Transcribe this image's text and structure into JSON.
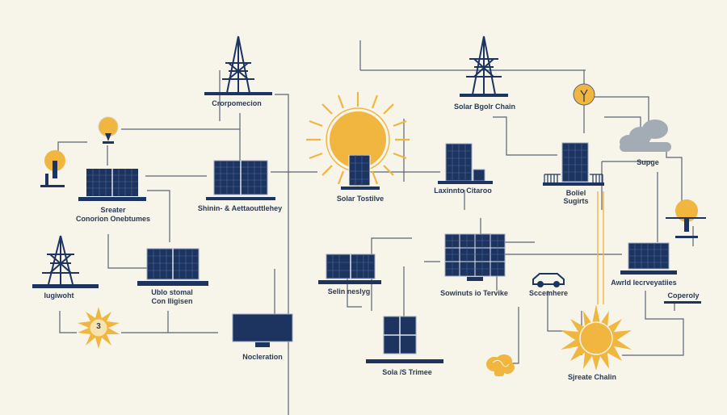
{
  "diagram": {
    "type": "solar energy network infographic",
    "colors": {
      "background": "#f7f4e9",
      "navy": "#1d3461",
      "sun": "#f0b63f",
      "line": "#5a6475",
      "cloud": "#a3acb5"
    },
    "nodes": [
      {
        "id": "tower-top-left",
        "icon": "transmission-tower-icon",
        "label": "Crorpomecion"
      },
      {
        "id": "tower-top-mid",
        "icon": "transmission-tower-icon",
        "label": "Solar Bgolr Chain"
      },
      {
        "id": "bulb-1",
        "icon": "lightbulb-icon",
        "label": ""
      },
      {
        "id": "bulb-2",
        "icon": "lightbulb-icon",
        "label": ""
      },
      {
        "id": "panel-left",
        "icon": "solar-panel-icon",
        "label_line1": "Sreater",
        "label_line2": "Conorion Onebtumes"
      },
      {
        "id": "panel-mid-left",
        "icon": "solar-panel-icon",
        "label": "Shinin- & Aettaouttlehey"
      },
      {
        "id": "sun-large",
        "icon": "sun-icon",
        "label": "Solar Tostilve"
      },
      {
        "id": "building",
        "icon": "building-icon",
        "label": "Laxinnto Citaroo"
      },
      {
        "id": "tower-right-building",
        "icon": "building-icon",
        "label_line1": "Boliel",
        "label_line2": "Sugirts"
      },
      {
        "id": "bulb-3",
        "icon": "lightbulb-icon",
        "label": ""
      },
      {
        "id": "cloud",
        "icon": "cloud-icon",
        "label": "Supge"
      },
      {
        "id": "tower-left",
        "icon": "transmission-tower-icon",
        "label": "Iugiwoht"
      },
      {
        "id": "panel-center-left",
        "icon": "solar-panel-icon",
        "label_line1": "Ublo stomal",
        "label_line2": "Con Iligisen"
      },
      {
        "id": "sun-small",
        "icon": "sun-icon",
        "label": "3"
      },
      {
        "id": "monitor",
        "icon": "monitor-icon",
        "label": "Nocleration"
      },
      {
        "id": "panel-small",
        "icon": "solar-panel-icon",
        "label": "Selin neslyg"
      },
      {
        "id": "panel-center",
        "icon": "solar-panel-icon",
        "label": "Sowinuts io Tervike"
      },
      {
        "id": "window-panel",
        "icon": "window-icon",
        "label": "Sola /S Trimee"
      },
      {
        "id": "car",
        "icon": "car-icon",
        "label": "Sccemhere"
      },
      {
        "id": "sun-bottom",
        "icon": "sun-icon",
        "label": "Sjreate Chalin"
      },
      {
        "id": "brain",
        "icon": "brain-icon",
        "label": ""
      },
      {
        "id": "panel-right",
        "icon": "solar-panel-icon",
        "label": "Awrld Iecrveyatiies"
      },
      {
        "id": "bulb-right",
        "icon": "lightbulb-icon",
        "label": "Coperoly"
      }
    ]
  }
}
